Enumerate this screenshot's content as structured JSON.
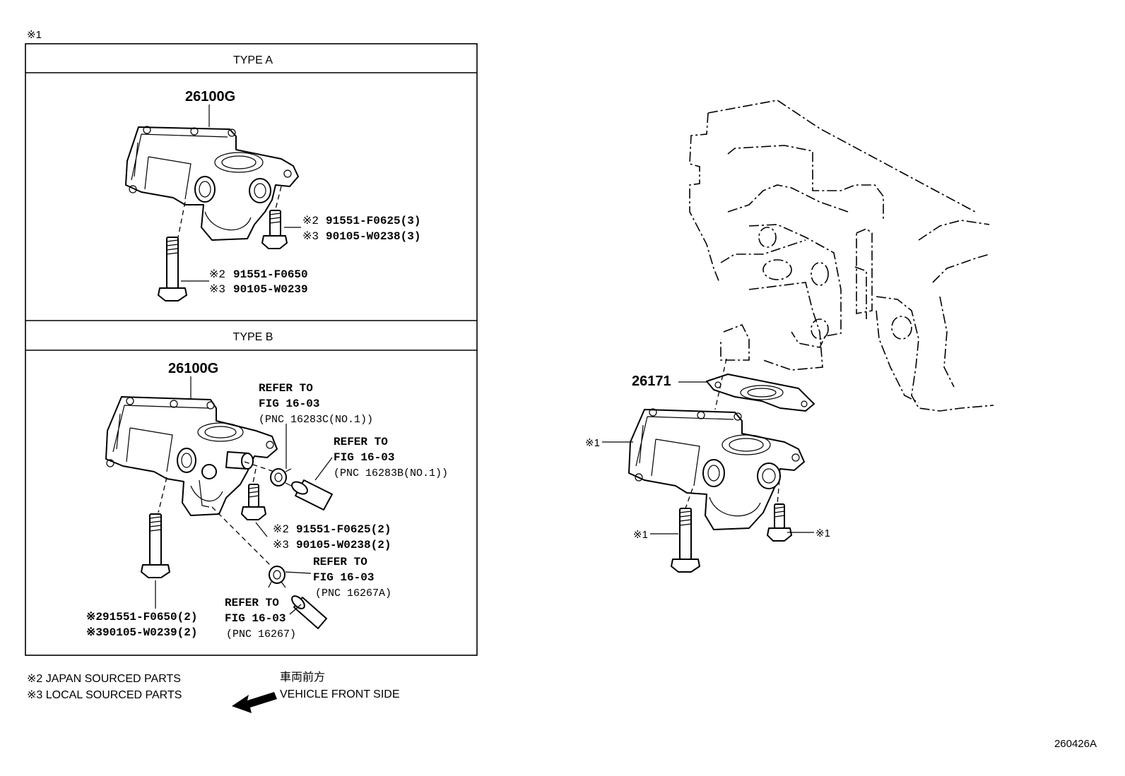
{
  "frame": {
    "marker": "※1",
    "type_a": {
      "heading": "TYPE A",
      "assembly_part": "26100G",
      "bolt_short": {
        "line1_mark": "※2",
        "line1_part": "91551-F0625(3)",
        "line2_mark": "※3",
        "line2_part": "90105-W0238(3)"
      },
      "bolt_long": {
        "line1_mark": "※2",
        "line1_part": "91551-F0650",
        "line2_mark": "※3",
        "line2_part": "90105-W0239"
      }
    },
    "type_b": {
      "heading": "TYPE B",
      "assembly_part": "26100G",
      "ref_1": {
        "line1": "REFER TO",
        "line2": "FIG 16-03",
        "line3": "(PNC 16283C(NO.1))"
      },
      "ref_2": {
        "line1": "REFER TO",
        "line2": "FIG 16-03",
        "line3": "(PNC 16283B(NO.1))"
      },
      "bolt_short": {
        "line1_mark": "※2",
        "line1_part": "91551-F0625(2)",
        "line2_mark": "※3",
        "line2_part": "90105-W0238(2)"
      },
      "ref_3": {
        "line1": "REFER TO",
        "line2": "FIG 16-03",
        "line3": "(PNC 16267A)"
      },
      "ref_4": {
        "line1": "REFER TO",
        "line2": "FIG 16-03",
        "line3": "(PNC 16267)"
      },
      "bolt_long": {
        "line1": "※291551-F0650(2)",
        "line2": "※390105-W0239(2)"
      }
    }
  },
  "legend": {
    "japan": "※2 JAPAN SOURCED PARTS",
    "local": "※3 LOCAL SOURCED PARTS",
    "front_jp": "車両前方",
    "front_en": "VEHICLE FRONT SIDE"
  },
  "main": {
    "gasket_part": "26171",
    "housing_marker": "※1",
    "bolt_left_marker": "※1",
    "bolt_right_marker": "※1"
  },
  "figure_id": "260426A"
}
